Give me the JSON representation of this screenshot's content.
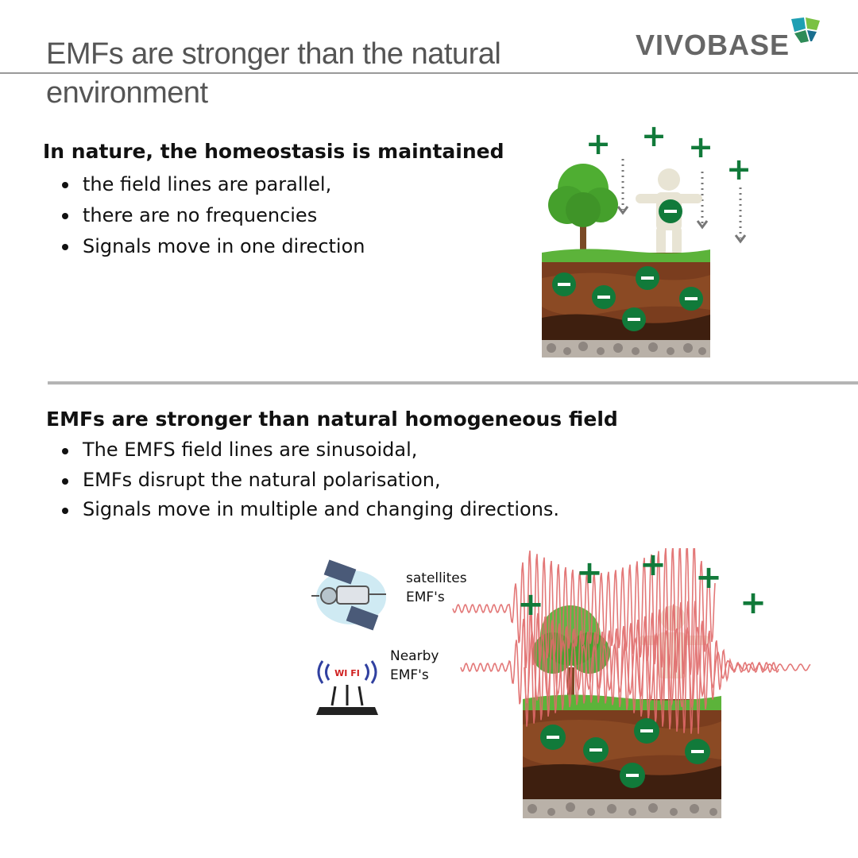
{
  "header": {
    "title": "EMFs are stronger than the natural environment",
    "logo_text": "VIVOBASE",
    "logo_colors": [
      "#2e8b57",
      "#1e9fb3",
      "#7ac143"
    ]
  },
  "nature_section": {
    "heading": "In nature, the homeostasis is maintained",
    "bullets": [
      "the field lines are parallel,",
      "there are no frequencies",
      "Signals move in one direction"
    ]
  },
  "emf_section": {
    "heading": "EMFs are stronger than natural homogeneous field",
    "bullets": [
      "The EMFS field lines are sinusoidal,",
      "EMFs disrupt the natural polarisation,",
      "Signals move in multiple and changing directions."
    ],
    "sources": [
      {
        "label_line1": "satellites",
        "label_line2": "EMF's",
        "icon": "satellite-icon"
      },
      {
        "label_line1": "Nearby",
        "label_line2": "EMF's",
        "icon": "wifi-router-icon",
        "device_text": "WI FI"
      }
    ]
  },
  "colors": {
    "charge_green": "#117a3a",
    "tree_green": "#4fae32",
    "soil_brown": "#7a3d1e",
    "grass_green": "#5cb33a",
    "wave_red": "#e06a6a",
    "rule_gray": "#9a9a9a"
  },
  "symbols": {
    "positive": "+",
    "negative": "−"
  }
}
